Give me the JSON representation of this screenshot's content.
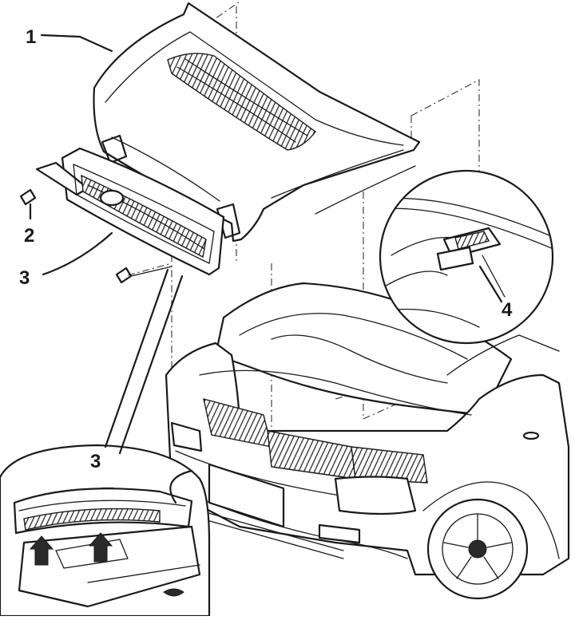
{
  "callouts": {
    "hood": "1",
    "clip": "2",
    "grille": "3",
    "grille_detail": "3",
    "hood_latch": "4"
  }
}
